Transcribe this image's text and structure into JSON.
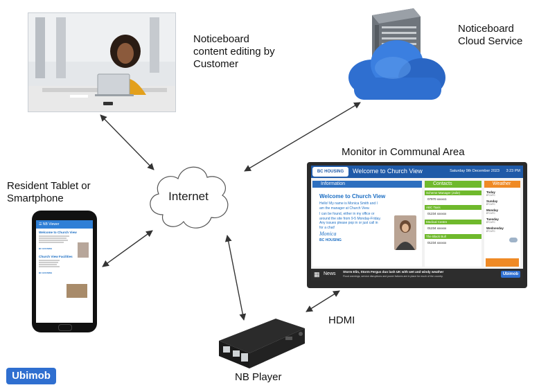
{
  "labels": {
    "customer": [
      "Noticeboard",
      "content editing by",
      "Customer"
    ],
    "cloud_service": [
      "Noticeboard",
      "Cloud Service"
    ],
    "monitor": "Monitor in Communal Area",
    "resident": [
      "Resident Tablet or",
      "Smartphone"
    ],
    "internet": "Internet",
    "hdmi": "HDMI",
    "player": "NB Player",
    "brand": "Ubimob"
  },
  "phone": {
    "app_title": "NB Viewer",
    "heading1": "Welcome to Church View",
    "heading2": "Church View Facilities",
    "logo": "BC HOUSING"
  },
  "monitor_screen": {
    "logo": "BC HOUSING",
    "title": "Welcome to Church View",
    "date": "Saturday 9th December 2023",
    "time": "3:23 PM",
    "info_header": "Information",
    "info_heading": "Welcome to Church View",
    "info_text1": "Hello! My name is Monica Smith and I am the manager at Church View.",
    "info_text2": "I can be found, either in my office or around the site from 9-5 Monday-Friday. Any issues please pop in or just call in for a chat!",
    "signature": "Monica",
    "info_logo": "BC HOUSING",
    "contacts_header": "Contacts",
    "contacts": [
      {
        "name": "Scheme Manager (Julie)",
        "phone": "07970 xxxxx1"
      },
      {
        "name": "ABC Taxis",
        "phone": "01234 xxxxxx"
      },
      {
        "name": "Medical Centre",
        "phone": "01234 xxxxxx"
      },
      {
        "name": "The Black Bull",
        "phone": "01234 xxxxxx"
      }
    ],
    "weather_header": "Weather",
    "weather_days": [
      {
        "day": "Today",
        "temp": "8°C/4°C"
      },
      {
        "day": "Sunday",
        "temp": "8°C/4°C"
      },
      {
        "day": "Monday",
        "temp": "8°C/4°C"
      },
      {
        "day": "Tuesday",
        "temp": "8°C/4°C"
      },
      {
        "day": "Wednesday",
        "temp": "8°C/4°C"
      }
    ],
    "news_label": "News",
    "news_headline": "Storm Elin, Storm Fergus duo lash UK with wet and windy weather",
    "news_sub": "Flood warnings, service disruptions and power failures are in place for much of the country.",
    "news_brand": "Ubimob"
  },
  "colors": {
    "info_blue": "#2d6fbf",
    "contacts_green": "#6fb92c",
    "weather_orange": "#ef8a25",
    "cloud_blue": "#2f6fd0",
    "brand_blue": "#2f6fd0"
  }
}
